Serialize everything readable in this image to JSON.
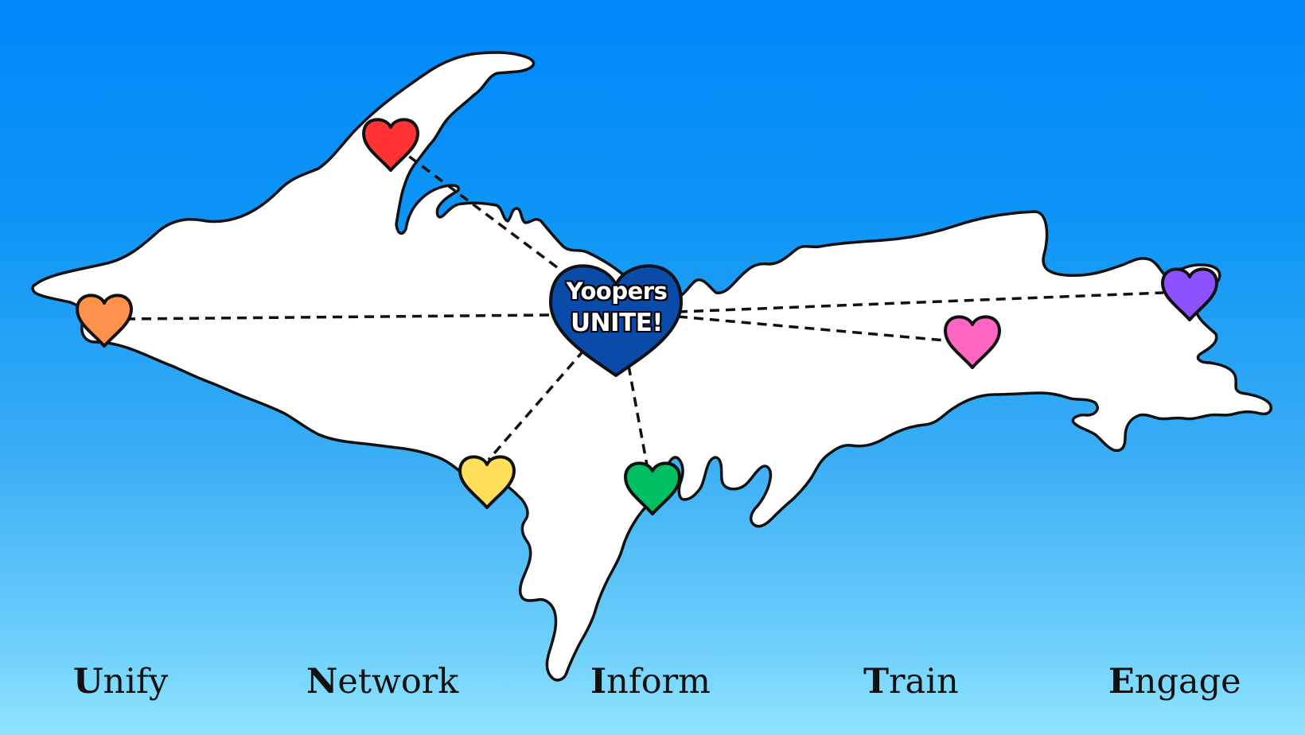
{
  "title": {
    "line1": "Yoopers",
    "line2": "UNITE!"
  },
  "colors": {
    "sky_top": "#0088fb",
    "sky_bottom": "#8fe4fd",
    "land": "#ffffff",
    "outline": "#111111",
    "center_heart": "#0a4aa8",
    "hearts": {
      "red": "#ff3333",
      "orange": "#ff914d",
      "yellow": "#ffde59",
      "green": "#00bf63",
      "pink": "#ff66c4",
      "purple": "#8c52ff"
    }
  },
  "hearts": [
    {
      "name": "red-heart",
      "color": "red"
    },
    {
      "name": "orange-heart",
      "color": "orange"
    },
    {
      "name": "yellow-heart",
      "color": "yellow"
    },
    {
      "name": "green-heart",
      "color": "green"
    },
    {
      "name": "pink-heart",
      "color": "pink"
    },
    {
      "name": "purple-heart",
      "color": "purple"
    }
  ],
  "words": [
    {
      "initial": "U",
      "rest": "nify"
    },
    {
      "initial": "N",
      "rest": "etwork"
    },
    {
      "initial": "I",
      "rest": "nform"
    },
    {
      "initial": "T",
      "rest": "rain"
    },
    {
      "initial": "E",
      "rest": "ngage"
    }
  ]
}
